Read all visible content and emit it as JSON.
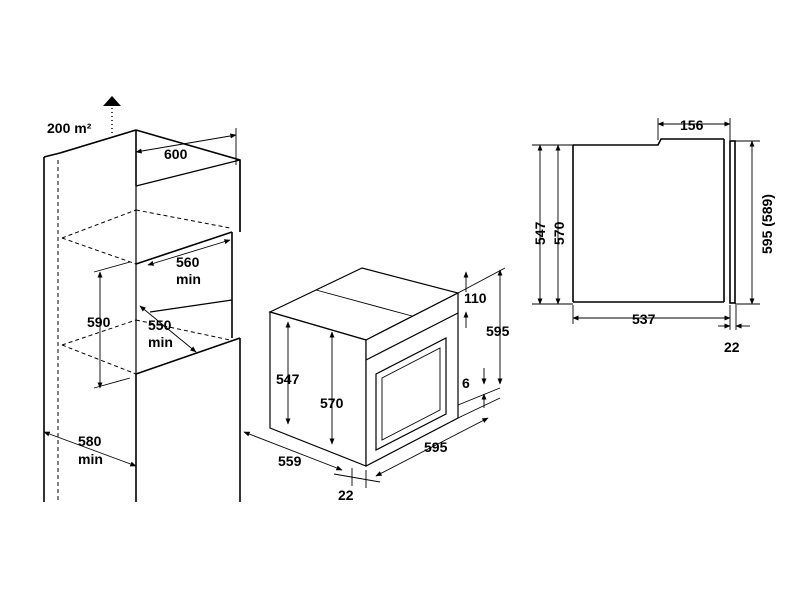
{
  "labels": {
    "vent_area": "200 m²",
    "cab_width": "600",
    "niche_depth_560": "560",
    "niche_depth_min": "min",
    "niche_height": "590",
    "niche_width_550": "550",
    "niche_width_min": "min",
    "plinth_580": "580",
    "plinth_min": "min",
    "oven_547": "547",
    "oven_570": "570",
    "oven_559": "559",
    "oven_22": "22",
    "oven_595_w": "595",
    "oven_595_h": "595",
    "oven_110": "110",
    "oven_6": "6",
    "side_156": "156",
    "side_547": "547",
    "side_570": "570",
    "side_595_589": "595 (589)",
    "side_537": "537",
    "side_22": "22"
  }
}
